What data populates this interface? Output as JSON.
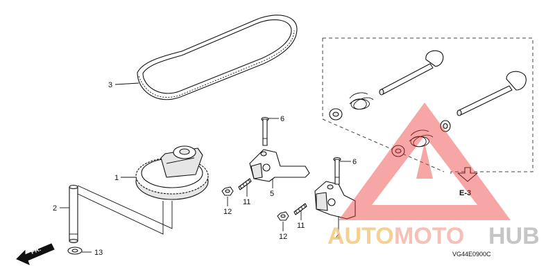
{
  "diagram": {
    "callouts": {
      "p1": "1",
      "p2": "2",
      "p3": "3",
      "p4": "4",
      "p5": "5",
      "p6a": "6",
      "p6b": "6",
      "p11a": "11",
      "p11b": "11",
      "p12a": "12",
      "p12b": "12",
      "p13": "13"
    },
    "reference": "E-3",
    "front_indicator": "FR.",
    "diagram_code": "VG44E0900C"
  },
  "watermark": {
    "part1": "AUTO",
    "part2": "MOTO",
    "part3": "HUB",
    "colors": {
      "auto": "#f2c77a",
      "moto": "#f5b3a8",
      "hub": "#b9b9b9",
      "triangle": "#ef3b3b"
    }
  }
}
